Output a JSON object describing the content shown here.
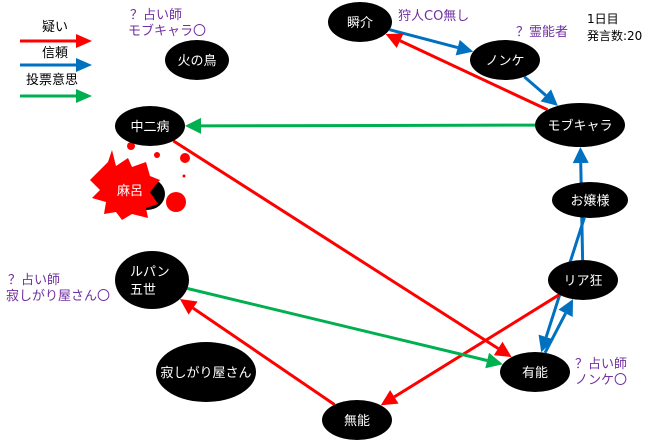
{
  "legend": [
    {
      "label": "疑い",
      "color": "#ff0000"
    },
    {
      "label": "信頼",
      "color": "#0070c0"
    },
    {
      "label": "投票意思",
      "color": "#00b050"
    }
  ],
  "info": {
    "day": "1日目",
    "count": "発言数:20"
  },
  "notes": {
    "n1": [
      "？占い師",
      "モブキャラ〇"
    ],
    "n2": "狩人CO無し",
    "n3": "？霊能者",
    "n4": [
      "？占い師",
      "寂しがり屋さん〇"
    ],
    "n5": [
      "？占い師",
      "ノンケ〇"
    ]
  },
  "nodes": {
    "shunsuke": "瞬介",
    "nonke": "ノンケ",
    "mob": "モブキャラ",
    "ojou": "お嬢様",
    "riakyo": "リア狂",
    "yuno": "有能",
    "muno": "無能",
    "sabishi": "寂しがり屋さん",
    "lupin": [
      "ルパン",
      "五世"
    ],
    "chuni": "中二病",
    "hinotori": "火の鳥",
    "maro": "麻呂"
  },
  "edges": [
    {
      "from": "shunsuke",
      "to": "nonke",
      "type": "信頼"
    },
    {
      "from": "nonke",
      "to": "mob",
      "type": "信頼"
    },
    {
      "from": "mob",
      "to": "shunsuke",
      "type": "疑い"
    },
    {
      "from": "mob",
      "to": "chuni",
      "type": "投票意思"
    },
    {
      "from": "chuni",
      "to": "yuno",
      "type": "疑い"
    },
    {
      "from": "riakyo",
      "to": "mob",
      "type": "信頼"
    },
    {
      "from": "ojou",
      "to": "yuno",
      "type": "信頼"
    },
    {
      "from": "yuno",
      "to": "riakyo",
      "type": "信頼"
    },
    {
      "from": "riakyo",
      "to": "muno",
      "type": "疑い"
    },
    {
      "from": "muno",
      "to": "lupin",
      "type": "疑い"
    },
    {
      "from": "lupin",
      "to": "yuno",
      "type": "投票意思"
    }
  ]
}
